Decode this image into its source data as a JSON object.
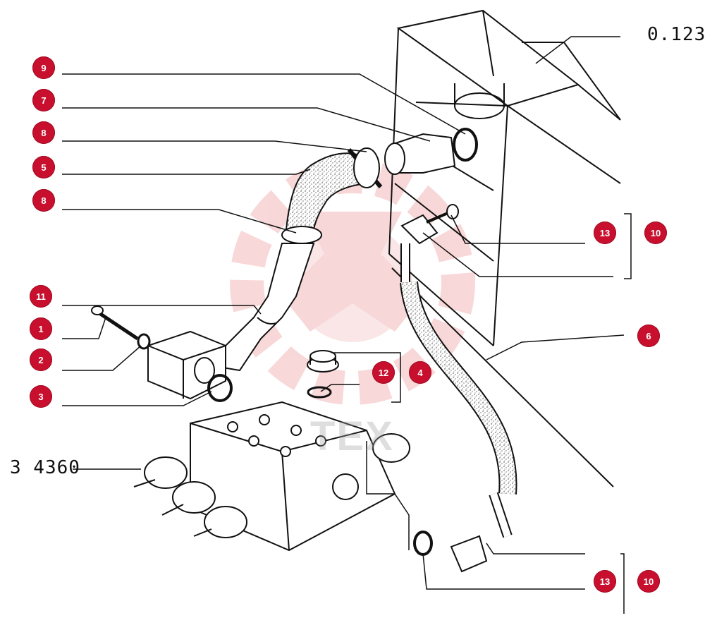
{
  "diagram": {
    "reference_codes": {
      "top_right": "0.123",
      "left": "3 4360"
    },
    "callouts": [
      {
        "label": "9"
      },
      {
        "label": "7"
      },
      {
        "label": "8"
      },
      {
        "label": "5"
      },
      {
        "label": "8"
      },
      {
        "label": "11"
      },
      {
        "label": "1"
      },
      {
        "label": "2"
      },
      {
        "label": "3"
      },
      {
        "label": "12"
      },
      {
        "label": "4"
      },
      {
        "label": "6"
      },
      {
        "label": "13"
      },
      {
        "label": "10"
      },
      {
        "label": "13"
      },
      {
        "label": "10"
      }
    ],
    "watermark": {
      "text": "ТЕХ",
      "color": "#e8a0a0"
    }
  },
  "colors": {
    "callout": "#c8102e",
    "line": "#111111",
    "watermark_logo": "#f2b8b8"
  }
}
